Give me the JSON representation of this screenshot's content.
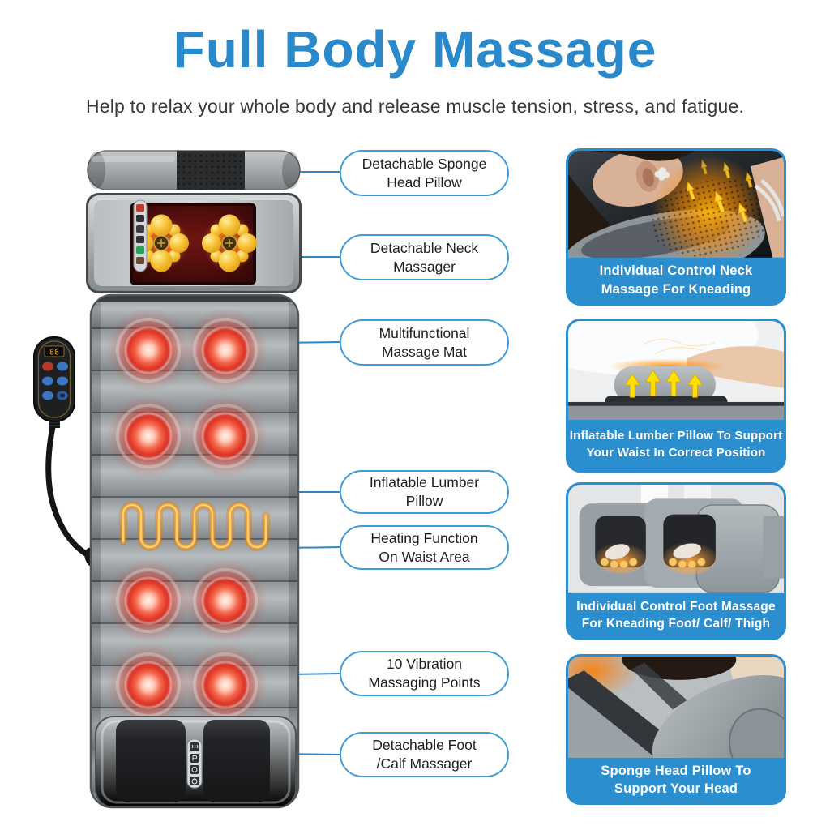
{
  "header": {
    "title": "Full Body Massage",
    "subtitle": "Help to relax your whole body and release muscle tension, stress, and fatigue."
  },
  "callouts": [
    {
      "line1": "Detachable Sponge",
      "line2": "Head Pillow"
    },
    {
      "line1": "Detachable Neck",
      "line2": "Massager"
    },
    {
      "line1": "Multifunctional",
      "line2": "Massage Mat"
    },
    {
      "line1": "Inflatable Lumber",
      "line2": "Pillow"
    },
    {
      "line1": "Heating Function",
      "line2": "On Waist Area"
    },
    {
      "line1": "10 Vibration",
      "line2": "Massaging Points"
    },
    {
      "line1": "Detachable Foot",
      "line2": "/Calf Massager"
    }
  ],
  "panels": [
    {
      "line1": "Individual Control Neck",
      "line2": "Massage For Kneading"
    },
    {
      "line1": "Inflatable Lumber Pillow To Support",
      "line2": "Your Waist In Correct Position"
    },
    {
      "line1": "Individual Control Foot Massage",
      "line2": "For Kneading Foot/ Calf/ Thigh"
    },
    {
      "line1": "Sponge Head Pillow To",
      "line2": "Support Your Head"
    }
  ],
  "remote": {
    "display": "88"
  },
  "colors": {
    "title_blue": "#2989cb",
    "caption_blue": "#2b8ecf",
    "callout_border_blue": "#3f9cd6",
    "leader_line_blue": "#2e86c8",
    "heating_orange": "#f7a62e",
    "vibration_red": "#e03424",
    "mat_gray": "#9aa0a4"
  }
}
